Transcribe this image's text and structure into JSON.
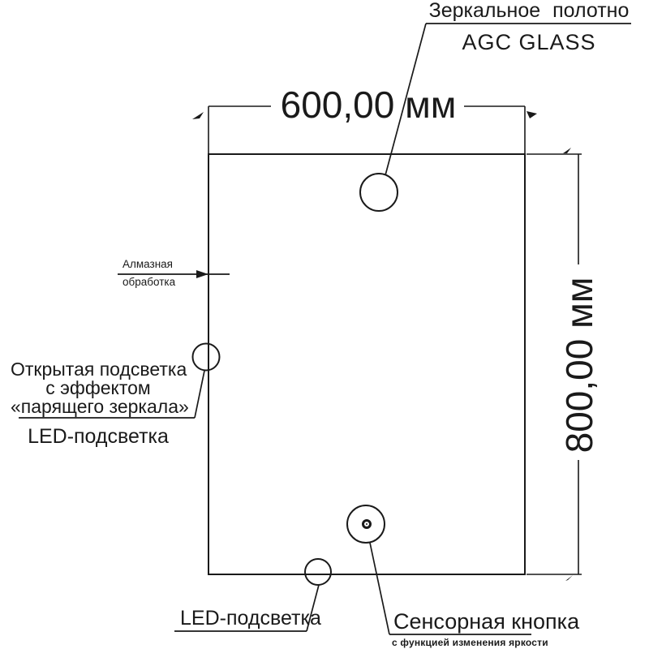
{
  "diagram": {
    "type": "technical-drawing-mirror",
    "dimensions": {
      "width_label": "600,00 мм",
      "height_label": "800,00 мм"
    },
    "callouts": {
      "mirror_canvas": {
        "label": "Зеркальное полотно",
        "sublabel": "AGC GLASS"
      },
      "diamond_processing": {
        "line1": "Алмазная",
        "line2": "обработка"
      },
      "open_backlight": {
        "line1": "Открытая подсветка",
        "line2": "с эффектом",
        "line3": "«парящего зеркала»",
        "led_label": "LED-подсветка"
      },
      "bottom_led": {
        "label": "LED-подсветка"
      },
      "touch_button": {
        "label": "Сенсорная кнопка",
        "sublabel": "с функцией изменения яркости"
      }
    },
    "colors": {
      "line": "#1a1a1a",
      "text": "#1a1a1a",
      "background": "#ffffff"
    }
  }
}
